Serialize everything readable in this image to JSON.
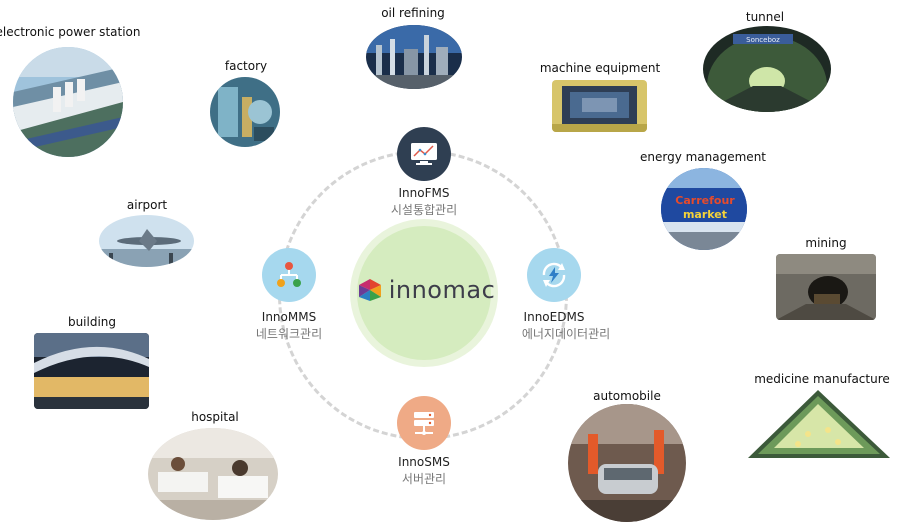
{
  "center": {
    "brand": "innomac"
  },
  "modules": [
    {
      "id": "fms",
      "name": "InnoFMS",
      "sub": "시설통합관리",
      "icon": "monitor-chart-icon"
    },
    {
      "id": "mms",
      "name": "InnoMMS",
      "sub": "네트워크관리",
      "icon": "network-tree-icon"
    },
    {
      "id": "edms",
      "name": "InnoEDMS",
      "sub": "에너지데이터관리",
      "icon": "energy-sync-icon"
    },
    {
      "id": "sms",
      "name": "InnoSMS",
      "sub": "서버관리",
      "icon": "server-rack-icon"
    }
  ],
  "industries": [
    {
      "id": "electronic-power-station",
      "label": "electronic power station"
    },
    {
      "id": "factory",
      "label": "factory"
    },
    {
      "id": "oil-refining",
      "label": "oil refining"
    },
    {
      "id": "machine-equipment",
      "label": "machine equipment"
    },
    {
      "id": "tunnel",
      "label": "tunnel"
    },
    {
      "id": "energy-management",
      "label": "energy management"
    },
    {
      "id": "airport",
      "label": "airport"
    },
    {
      "id": "mining",
      "label": "mining"
    },
    {
      "id": "building",
      "label": "building"
    },
    {
      "id": "medicine-manufacture",
      "label": "medicine manufacture"
    },
    {
      "id": "automobile",
      "label": "automobile"
    },
    {
      "id": "hospital",
      "label": "hospital"
    }
  ],
  "photo_text": {
    "tunnel_sign": "Sonceboz",
    "store_sign": "Carrefour",
    "store_sign2": "market"
  },
  "colors": {
    "ring": "#d4d4d4",
    "core": "#d5ecbf",
    "halo": "#e9f4dc",
    "fms_icon_bg": "#2f3f52",
    "mms_icon_bg": "#a6d8ee",
    "edms_icon_bg": "#a6d8ee",
    "sms_icon_bg": "#efaa86"
  }
}
